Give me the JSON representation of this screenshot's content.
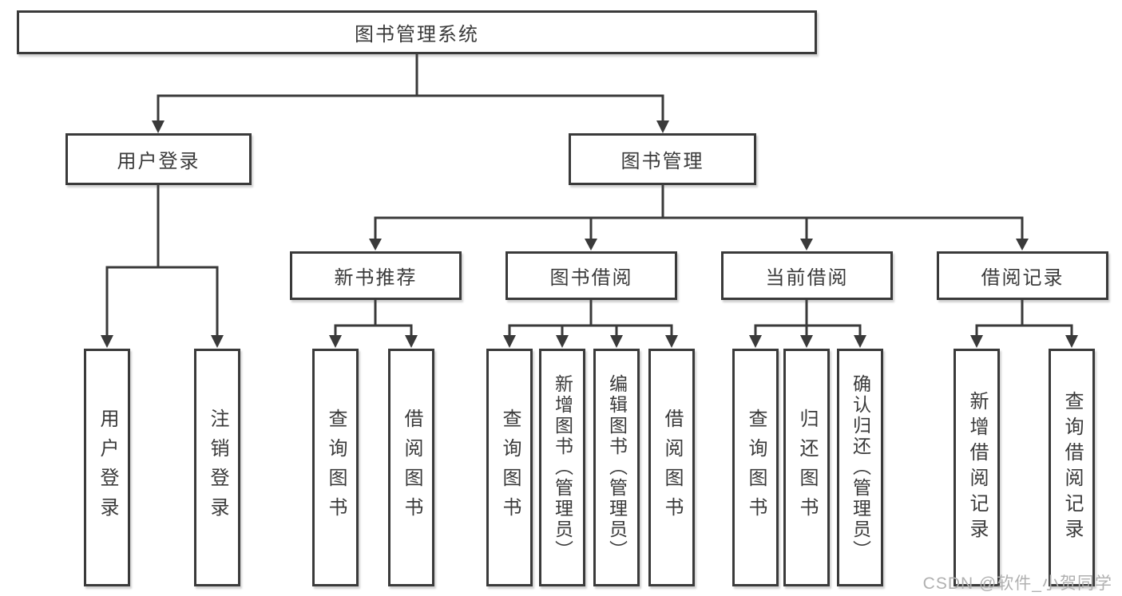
{
  "diagram": {
    "root": {
      "label": "图书管理系统"
    },
    "branches": [
      {
        "label": "用户登录",
        "leaves": [
          "用户登录",
          "注销登录"
        ]
      },
      {
        "label": "图书管理",
        "sections": [
          {
            "label": "新书推荐",
            "leaves": [
              "查询图书",
              "借阅图书"
            ]
          },
          {
            "label": "图书借阅",
            "leaves": [
              "查询图书",
              "新增图书（管理员）",
              "编辑图书（管理员）",
              "借阅图书"
            ]
          },
          {
            "label": "当前借阅",
            "leaves": [
              "查询图书",
              "归还图书",
              "确认归还（管理员）"
            ]
          },
          {
            "label": "借阅记录",
            "leaves": [
              "新增借阅记录",
              "查询借阅记录"
            ]
          }
        ]
      }
    ]
  },
  "watermark": "CSDN @软件_小贺同学",
  "colors": {
    "line": "#3a3a3a",
    "box_border": "#3a3a3a",
    "text": "#3a3a3a",
    "watermark": "#b0b0b0",
    "background": "#ffffff"
  }
}
